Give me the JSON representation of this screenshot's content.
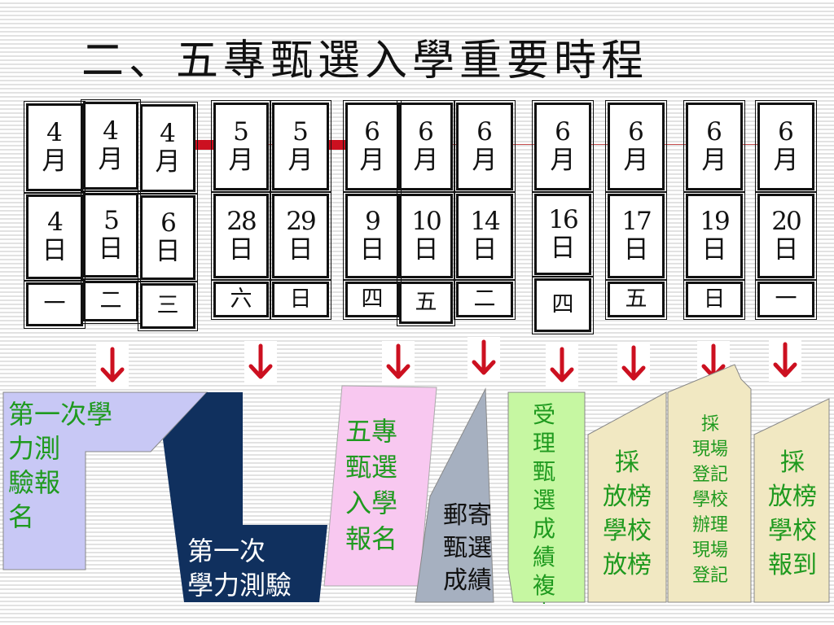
{
  "title": "二、五專甄選入學重要時程",
  "dates": [
    {
      "month": "4",
      "month_unit": "月",
      "day": "4",
      "day_unit": "日",
      "weekday": "一"
    },
    {
      "month": "4",
      "month_unit": "月",
      "day": "5",
      "day_unit": "日",
      "weekday": "二"
    },
    {
      "month": "4",
      "month_unit": "月",
      "day": "6",
      "day_unit": "日",
      "weekday": "三"
    },
    {
      "month": "5",
      "month_unit": "月",
      "day": "28",
      "day_unit": "日",
      "weekday": "六"
    },
    {
      "month": "5",
      "month_unit": "月",
      "day": "29",
      "day_unit": "日",
      "weekday": "日"
    },
    {
      "month": "6",
      "month_unit": "月",
      "day": "9",
      "day_unit": "日",
      "weekday": "四"
    },
    {
      "month": "6",
      "month_unit": "月",
      "day": "10",
      "day_unit": "日",
      "weekday": "五"
    },
    {
      "month": "6",
      "month_unit": "月",
      "day": "14",
      "day_unit": "日",
      "weekday": "二"
    },
    {
      "month": "6",
      "month_unit": "月",
      "day": "16",
      "day_unit": "日",
      "weekday": "四"
    },
    {
      "month": "6",
      "month_unit": "月",
      "day": "17",
      "day_unit": "日",
      "weekday": "五"
    },
    {
      "month": "6",
      "month_unit": "月",
      "day": "19",
      "day_unit": "日",
      "weekday": "日"
    },
    {
      "month": "6",
      "month_unit": "月",
      "day": "20",
      "day_unit": "日",
      "weekday": "一"
    }
  ],
  "events": {
    "exam_registration": [
      "第一次學",
      "力測",
      "驗報",
      "名"
    ],
    "first_exam": [
      "第一次",
      "學力測驗"
    ],
    "apply": [
      "五專",
      "甄選",
      "入學",
      "報名"
    ],
    "mail_scores": [
      "郵寄",
      "甄選",
      "成績"
    ],
    "score_review": [
      "受",
      "理",
      "甄",
      "選",
      "成",
      "績",
      "複",
      "查"
    ],
    "release_results": [
      "採",
      "放榜",
      "學校",
      "放榜"
    ],
    "onsite_registration": [
      "採",
      "現場",
      "登記",
      "學校",
      "辦理",
      "現場",
      "登記"
    ],
    "report": [
      "採",
      "放榜",
      "學校",
      "報到"
    ]
  },
  "colors": {
    "arrow": "#cc1020",
    "connector": "#cc1020",
    "label_green": "#1f9a1f",
    "lavender": "#c8c8f5",
    "navy": "#10305e",
    "pink": "#f8c8f0",
    "gray_blue": "#a6b0c0",
    "light_green": "#c6f7a2",
    "tan": "#f1e8c2"
  }
}
